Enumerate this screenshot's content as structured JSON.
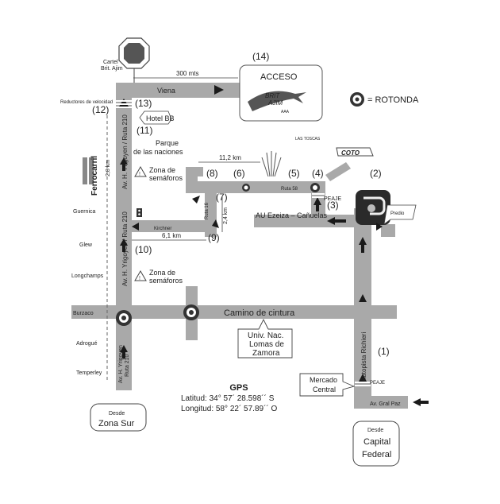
{
  "markers": {
    "n1": "(1)",
    "n2": "(2)",
    "n3": "(3)",
    "n4": "(4)",
    "n5": "(5)",
    "n6": "(6)",
    "n7": "(7)",
    "n8": "(8)",
    "n9": "(9)",
    "n10": "(10)",
    "n11": "(11)",
    "n12": "(12)",
    "n13": "(13)",
    "n14": "(14)"
  },
  "roads": {
    "viena": "Viena",
    "yrigoyen_top": "Av. H. Yrigoyen / Ruta 210",
    "yrigoyen_mid": "Av. H. Yrigoyen / Ruta 210",
    "yrigoyen_bottom_1": "Av. H. Yrigoyen",
    "yrigoyen_bottom_2": "Ruta 210",
    "ruta58": "Ruta 58",
    "ruta16": "Ruta 16",
    "kirchner": "Kirchner",
    "au_ezeiza": "AU Ezeiza – Cañuelas",
    "camino_cintura": "Camino de cintura",
    "autopista_richieri": "Autopista Richieri",
    "av_gral_paz": "Av. Gral Paz",
    "ferrocarril": "Ferrocarril"
  },
  "distances": {
    "d300": "300 mts",
    "d11_2": "11,2 km",
    "d2_4": "2,4 km",
    "d6_1": "6,1 km",
    "d2_8": "2,8 km"
  },
  "places": {
    "cartel_1": "Cartel",
    "cartel_2": "Brit. Ajim",
    "reductores": "Reductores de velocidad",
    "hotel_bb": "Hotel BB",
    "parque_1": "Parque",
    "parque_2": "de las naciones",
    "zona_sem_1a": "Zona de",
    "zona_sem_1b": "semáforos",
    "zona_sem_2a": "Zona de",
    "zona_sem_2b": "semáforos",
    "peaje_top": "PEAJE",
    "peaje_bottom": "PEAJE",
    "las_toscas": "LAS TOSCAS",
    "coto": "COTO",
    "predio": "Predio",
    "rotonda_legend": "= ROTONDA",
    "acceso": "ACCESO",
    "logo_brit": "BRIT",
    "logo_ajim": "AJIM",
    "logo_aaa": "AAA",
    "univ_1": "Univ. Nac.",
    "univ_2": "Lomas de",
    "univ_3": "Zamora",
    "mercado_1": "Mercado",
    "mercado_2": "Central",
    "desde_sur_1": "Desde",
    "desde_sur_2": "Zona Sur",
    "desde_cap_1": "Desde",
    "desde_cap_2": "Capital",
    "desde_cap_3": "Federal"
  },
  "localities": [
    "Guernica",
    "Glew",
    "Longchamps",
    "Burzaco",
    "Adrogué",
    "Temperley"
  ],
  "gps": {
    "title": "GPS",
    "lat": "Latitud: 34° 57´ 28.598´´ S",
    "lon": "Longitud: 58° 22´ 57.89´´ O"
  }
}
